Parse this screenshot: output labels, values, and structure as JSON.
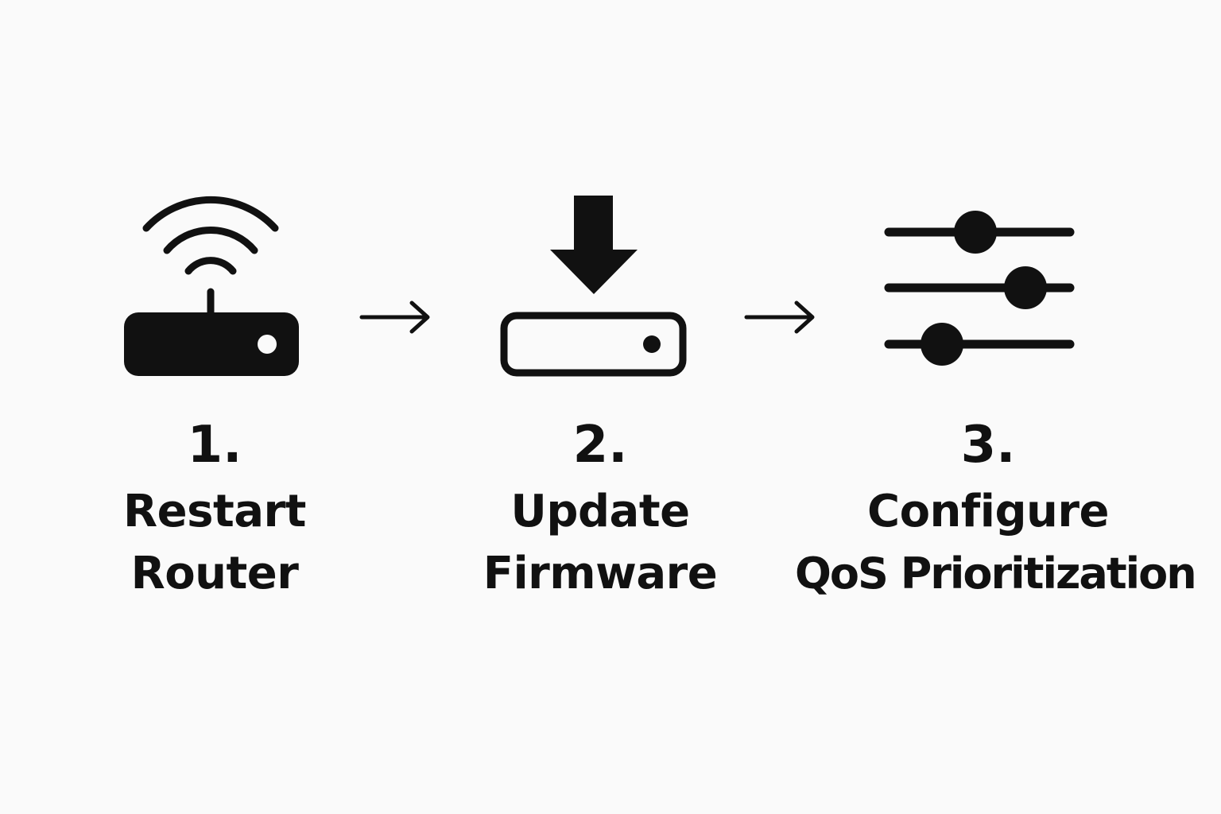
{
  "colors": {
    "background": "#fafafa",
    "ink": "#111111"
  },
  "steps": [
    {
      "number": "1.",
      "line1": "Restart",
      "line2": "Router",
      "icon": "router-wifi-icon"
    },
    {
      "number": "2.",
      "line1": "Update",
      "line2": "Firmware",
      "icon": "firmware-download-icon"
    },
    {
      "number": "3.",
      "line1": "Configure",
      "line2": "QoS Prioritization",
      "icon": "sliders-icon"
    }
  ],
  "connectors": [
    {
      "icon": "arrow-right-icon"
    },
    {
      "icon": "arrow-right-icon"
    }
  ]
}
